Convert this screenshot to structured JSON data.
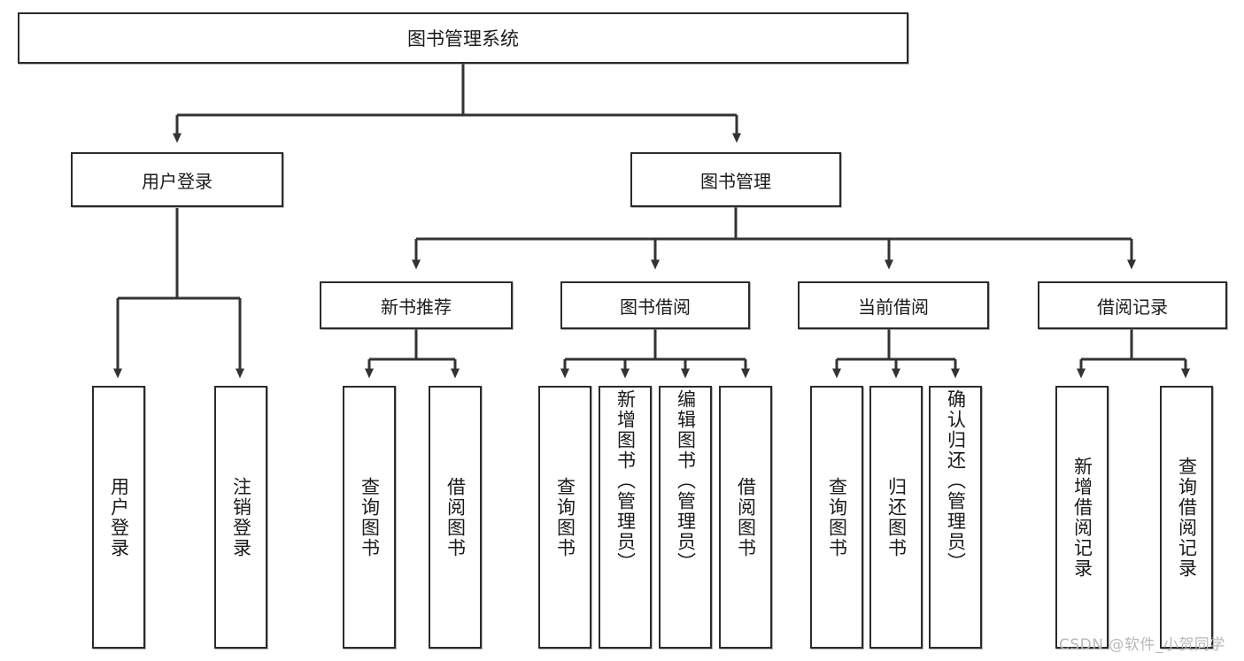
{
  "diagram": {
    "title": "图书管理系统",
    "type": "tree",
    "watermark": "CSDN @软件_小贺同学",
    "colors": {
      "box_border": "#2b2b2b",
      "box_fill": "#ffffff",
      "connector": "#333333",
      "text": "#1a1a1a",
      "watermark": "#b9b9b9"
    },
    "nodes": {
      "root": {
        "label": "图书管理系统"
      },
      "level2": [
        {
          "label": "用户登录"
        },
        {
          "label": "图书管理"
        }
      ],
      "level3": [
        {
          "label": "新书推荐"
        },
        {
          "label": "图书借阅"
        },
        {
          "label": "当前借阅"
        },
        {
          "label": "借阅记录"
        }
      ],
      "leaves": {
        "user_login": [
          {
            "label": "用户登录"
          },
          {
            "label": "注销登录"
          }
        ],
        "new_book_recommend": [
          {
            "label": "查询图书"
          },
          {
            "label": "借阅图书"
          }
        ],
        "book_borrow": [
          {
            "label": "查询图书"
          },
          {
            "label": "新增图书（管理员）"
          },
          {
            "label": "编辑图书（管理员）"
          },
          {
            "label": "借阅图书"
          }
        ],
        "current_borrow": [
          {
            "label": "查询图书"
          },
          {
            "label": "归还图书"
          },
          {
            "label": "确认归还（管理员）"
          }
        ],
        "borrow_record": [
          {
            "label": "新增借阅记录"
          },
          {
            "label": "查询借阅记录"
          }
        ]
      }
    }
  }
}
